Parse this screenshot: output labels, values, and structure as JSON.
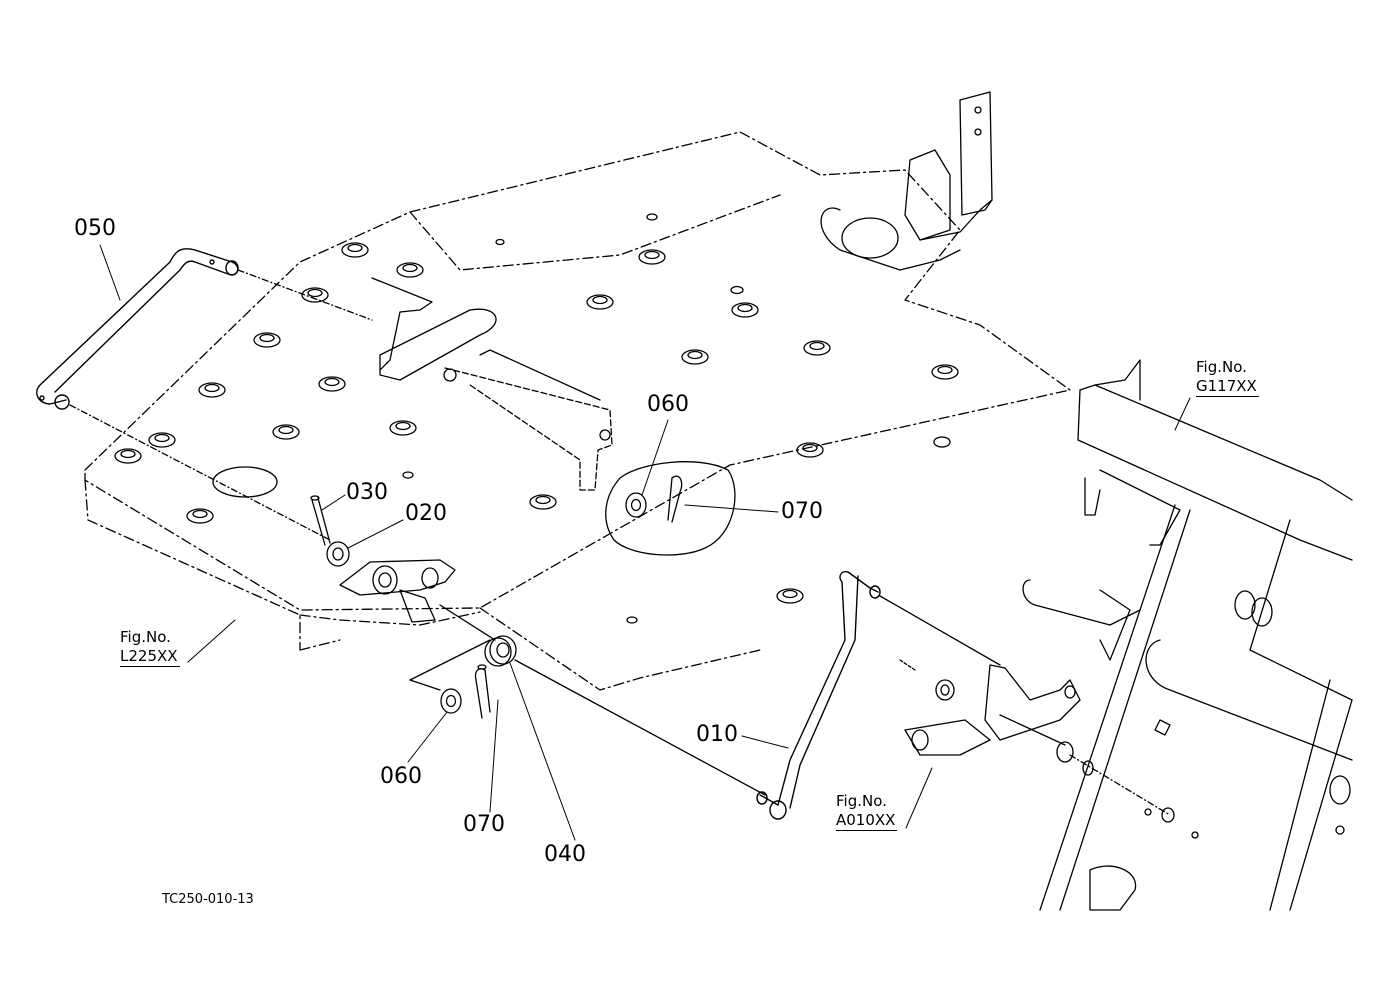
{
  "callouts": {
    "p050": "050",
    "p030": "030",
    "p020": "020",
    "p060_top": "060",
    "p070_right": "070",
    "p060_bottom": "060",
    "p070_bottom": "070",
    "p040": "040",
    "p010": "010"
  },
  "figrefs": {
    "g117": {
      "prefix": "Fig.No.",
      "code": "G117XX"
    },
    "l225": {
      "prefix": "Fig.No.",
      "code": "L225XX"
    },
    "a010": {
      "prefix": "Fig.No.",
      "code": "A010XX"
    }
  },
  "drawing_code": "TC250-010-13"
}
